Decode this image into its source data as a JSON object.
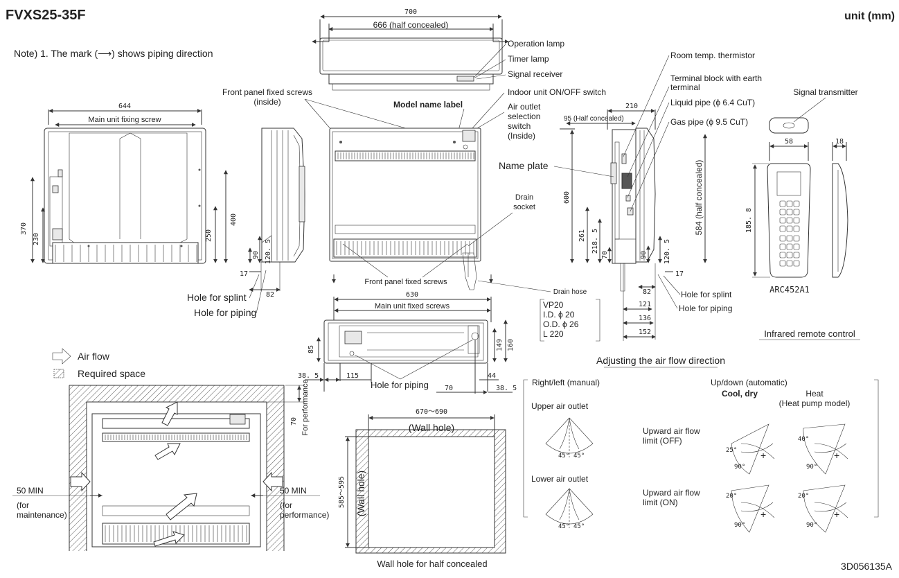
{
  "title": "FVXS25-35F",
  "unit": "unit (mm)",
  "note": "Note) 1. The mark (⟶) shows piping direction",
  "drawing_code": "3D056135A",
  "top_view": {
    "dim_total": "700",
    "dim_half": "666 (half concealed)"
  },
  "callouts": {
    "operation_lamp": "Operation lamp",
    "timer_lamp": "Timer lamp",
    "signal_receiver": "Signal receiver",
    "onoff_switch": "Indoor unit ON/OFF switch",
    "air_outlet_1": "Air outlet",
    "air_outlet_2": "selection",
    "air_outlet_3": "switch",
    "air_outlet_4": "(Inside)",
    "model_label": "Model name label",
    "front_panel_fixed_1": "Front panel fixed screws",
    "front_panel_fixed_2": "(inside)",
    "front_panel_fixed_bottom": "Front panel fixed screws",
    "drain_socket_1": "Drain",
    "drain_socket_2": "socket",
    "drain_hose": "Drain hose",
    "name_plate": "Name plate",
    "room_thermistor": "Room temp. thermistor",
    "terminal_block_1": "Terminal block with earth",
    "terminal_block_2": "terminal",
    "liquid_pipe": "Liquid pipe (ϕ 6.4 CuT)",
    "gas_pipe": "Gas pipe (ϕ 9.5 CuT)",
    "hole_splint": "Hole for splint",
    "hole_piping": "Hole for piping",
    "hole_piping_bottom": "Hole for piping",
    "hole_splint_r": "Hole for splint",
    "hole_piping_r": "Hole for piping"
  },
  "back_view": {
    "width": "644",
    "screw_label": "Main unit fixing screw",
    "d370": "370",
    "d230": "230",
    "d400": "400",
    "d250": "250",
    "d120": "120. 5",
    "d90": "90",
    "d17": "17",
    "d82": "82"
  },
  "side_right": {
    "d210": "210",
    "d95": "95 (Half concealed)",
    "d600": "600",
    "d584": "584 (half concealed)",
    "d261": "261",
    "d218": "218. 5",
    "d70": "70",
    "d90": "90",
    "d120": "120. 5",
    "d17": "17",
    "d82": "82",
    "d121": "121",
    "d136": "136",
    "d152": "152"
  },
  "bottom_view": {
    "d630": "630",
    "screw_label": "Main unit fixed screws",
    "d85": "85",
    "d149": "149",
    "d160": "160",
    "d38a": "38. 5",
    "d115": "115",
    "d44": "44",
    "d70": "70",
    "d38b": "38. 5"
  },
  "drain_spec": {
    "l1": "VP20",
    "l2": "I.D. ϕ 20",
    "l3": "O.D. ϕ 26",
    "l4": "L 220"
  },
  "legend": {
    "air_flow": "Air flow",
    "required_space": "Required space"
  },
  "install": {
    "for_performance": "For performance",
    "d70": "70",
    "left_min": "50 MIN",
    "left_for": "(for",
    "left_maint": "maintenance)",
    "right_min": "50 MIN",
    "right_for": "(for",
    "right_perf": "performance)"
  },
  "wall_hole": {
    "d_width": "670～690",
    "wall_hole_top": "(Wall hole)",
    "d_height": "585～595",
    "wall_hole_side": "(Wall hole)",
    "caption": "Wall hole for half concealed"
  },
  "remote": {
    "signal_transmitter": "Signal transmitter",
    "d58": "58",
    "d18": "18",
    "d185": "185. 8",
    "model": "ARC452A1",
    "caption": "Infrared remote control"
  },
  "airflow": {
    "heading": "Adjusting the air flow direction",
    "rl_manual": "Right/left (manual)",
    "updown_auto": "Up/down (automatic)",
    "cool_dry": "Cool, dry",
    "heat_1": "Heat",
    "heat_2": "(Heat pump model)",
    "upper_outlet": "Upper air outlet",
    "lower_outlet": "Lower air outlet",
    "limit_off_1": "Upward air flow",
    "limit_off_2": "limit (OFF)",
    "limit_on_1": "Upward air flow",
    "limit_on_2": "limit (ON)",
    "a45": "45°",
    "a25": "25°",
    "a40": "40°",
    "a20": "20°",
    "a90": "90°"
  }
}
